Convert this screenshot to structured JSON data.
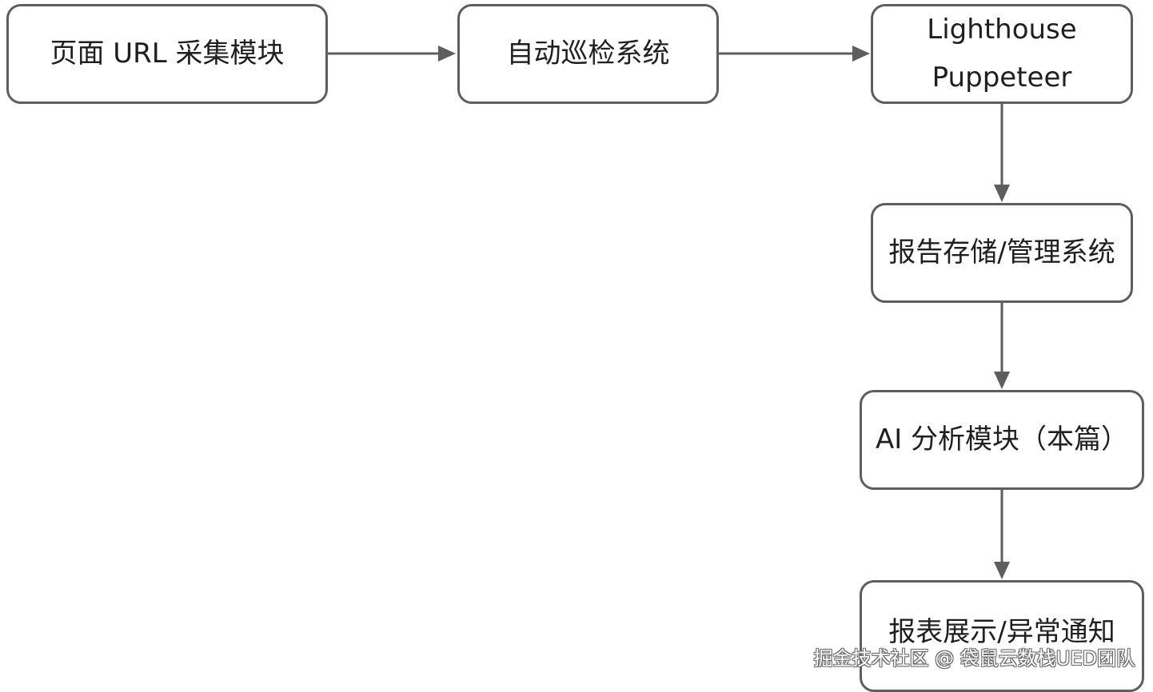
{
  "nodes": {
    "collect": "页面 URL 采集模块",
    "inspect": "自动巡检系统",
    "tools": [
      "Lighthouse",
      "Puppeteer"
    ],
    "storage": "报告存储/管理系统",
    "ai": "AI 分析模块（本篇）",
    "display": "报表展示/异常通知"
  },
  "edges": [
    {
      "from": "collect",
      "to": "inspect"
    },
    {
      "from": "inspect",
      "to": "tools"
    },
    {
      "from": "tools",
      "to": "storage"
    },
    {
      "from": "storage",
      "to": "ai"
    },
    {
      "from": "ai",
      "to": "display"
    }
  ],
  "watermark": "掘金技术社区 @ 袋鼠云数栈UED团队",
  "colors": {
    "border": "#5e5e5e",
    "arrow": "#5e5e5e",
    "text": "#1f1f1f",
    "background": "#ffffff"
  }
}
